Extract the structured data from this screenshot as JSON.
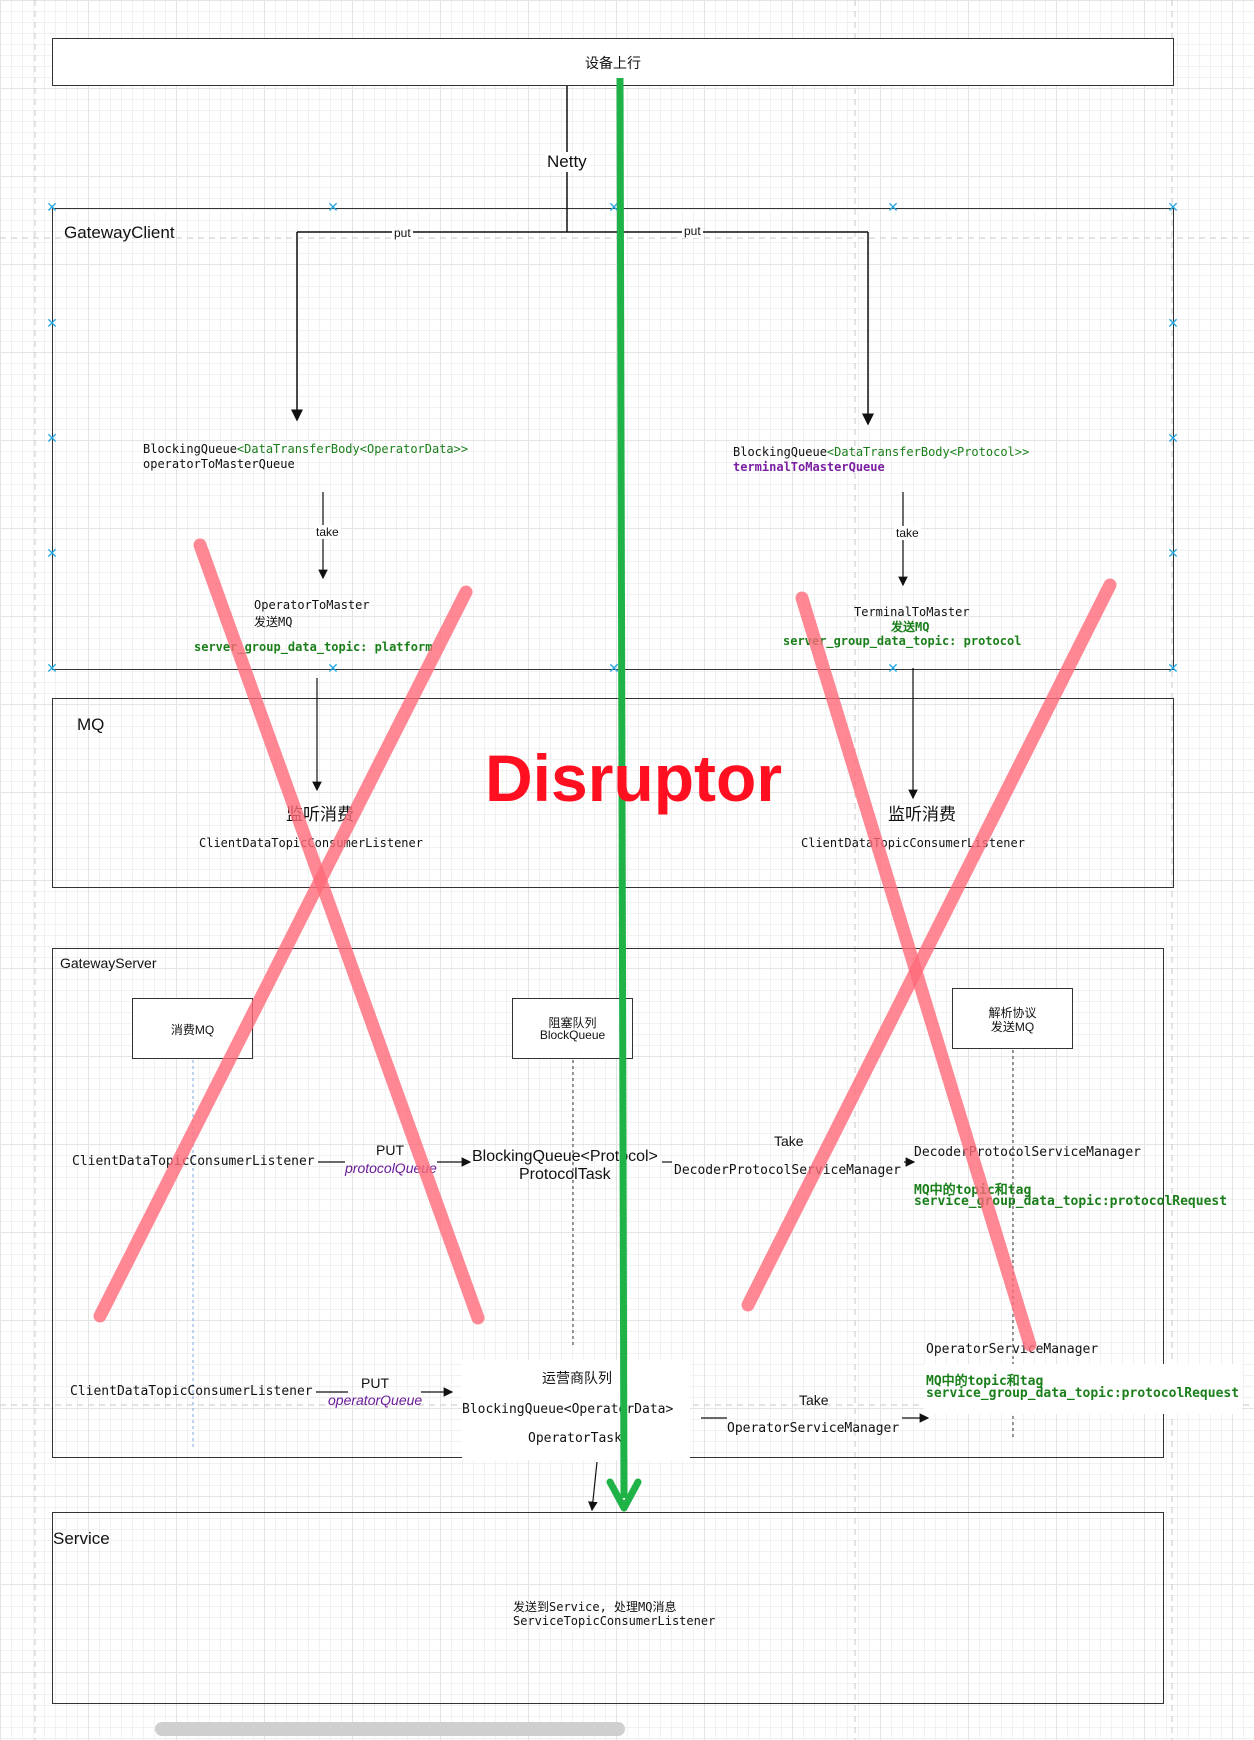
{
  "top": {
    "title": "设备上行",
    "netty": "Netty"
  },
  "gateway_client": {
    "title": "GatewayClient",
    "put_left": "put",
    "put_right": "put",
    "left_queue_type_prefix": "BlockingQueue",
    "left_queue_type_generic": "<DataTransferBody<OperatorData>>",
    "left_queue_name": "operatorToMasterQueue",
    "left_take": "take",
    "left_task": "OperatorToMaster",
    "left_send": "发送MQ",
    "left_topic": "server_group_data_topic: platform",
    "right_queue_type_prefix": "BlockingQueue",
    "right_queue_type_generic": "<DataTransferBody<Protocol>>",
    "right_queue_name": "terminalToMasterQueue",
    "right_take": "take",
    "right_task": "TerminalToMaster",
    "right_send": "发送MQ",
    "right_topic": "server_group_data_topic: protocol"
  },
  "mq": {
    "title": "MQ",
    "left_listen": "监听消费",
    "left_listener": "ClientDataTopicConsumerListener",
    "right_listen": "监听消费",
    "right_listener": "ClientDataTopicConsumerListener",
    "overlay_text": "Disruptor"
  },
  "gateway_server": {
    "title": "GatewayServer",
    "col1_header": "消费MQ",
    "col2_header_line1": "阻塞队列",
    "col2_header_line2": "BlockQueue",
    "col3_header_line1": "解析协议",
    "col3_header_line2": "发送MQ",
    "row1": {
      "listener": "ClientDataTopicConsumerListener",
      "put": "PUT",
      "put_queue": "protocolQueue",
      "queue_line1": "BlockingQueue<Protocol>",
      "queue_line2": "ProtocolTask",
      "take": "Take",
      "manager": "DecoderProtocolServiceManager",
      "target": "DecoderProtocolServiceManager",
      "tag_line1": "MQ中的topic和tag",
      "tag_line2": "service_group_data_topic:protocolRequest"
    },
    "row2": {
      "listener": "ClientDataTopicConsumerListener",
      "put": "PUT",
      "put_queue": "operatorQueue",
      "queue_title": "运营商队列",
      "queue_line1": "BlockingQueue<OperatorData>",
      "queue_line2": "OperatorTask",
      "take": "Take",
      "manager": "OperatorServiceManager",
      "target": "OperatorServiceManager",
      "tag_line1": "MQ中的topic和tag",
      "tag_line2": "service_group_data_topic:protocolRequest"
    }
  },
  "service": {
    "title": "Service",
    "line1": "发送到Service, 处理MQ消息",
    "line2": "ServiceTopicConsumerListener"
  },
  "colors": {
    "green_line": "#1fb347",
    "red_cross": "#ff6b7a",
    "disruptor": "#ff0f1f",
    "handle": "#29a8e0"
  }
}
